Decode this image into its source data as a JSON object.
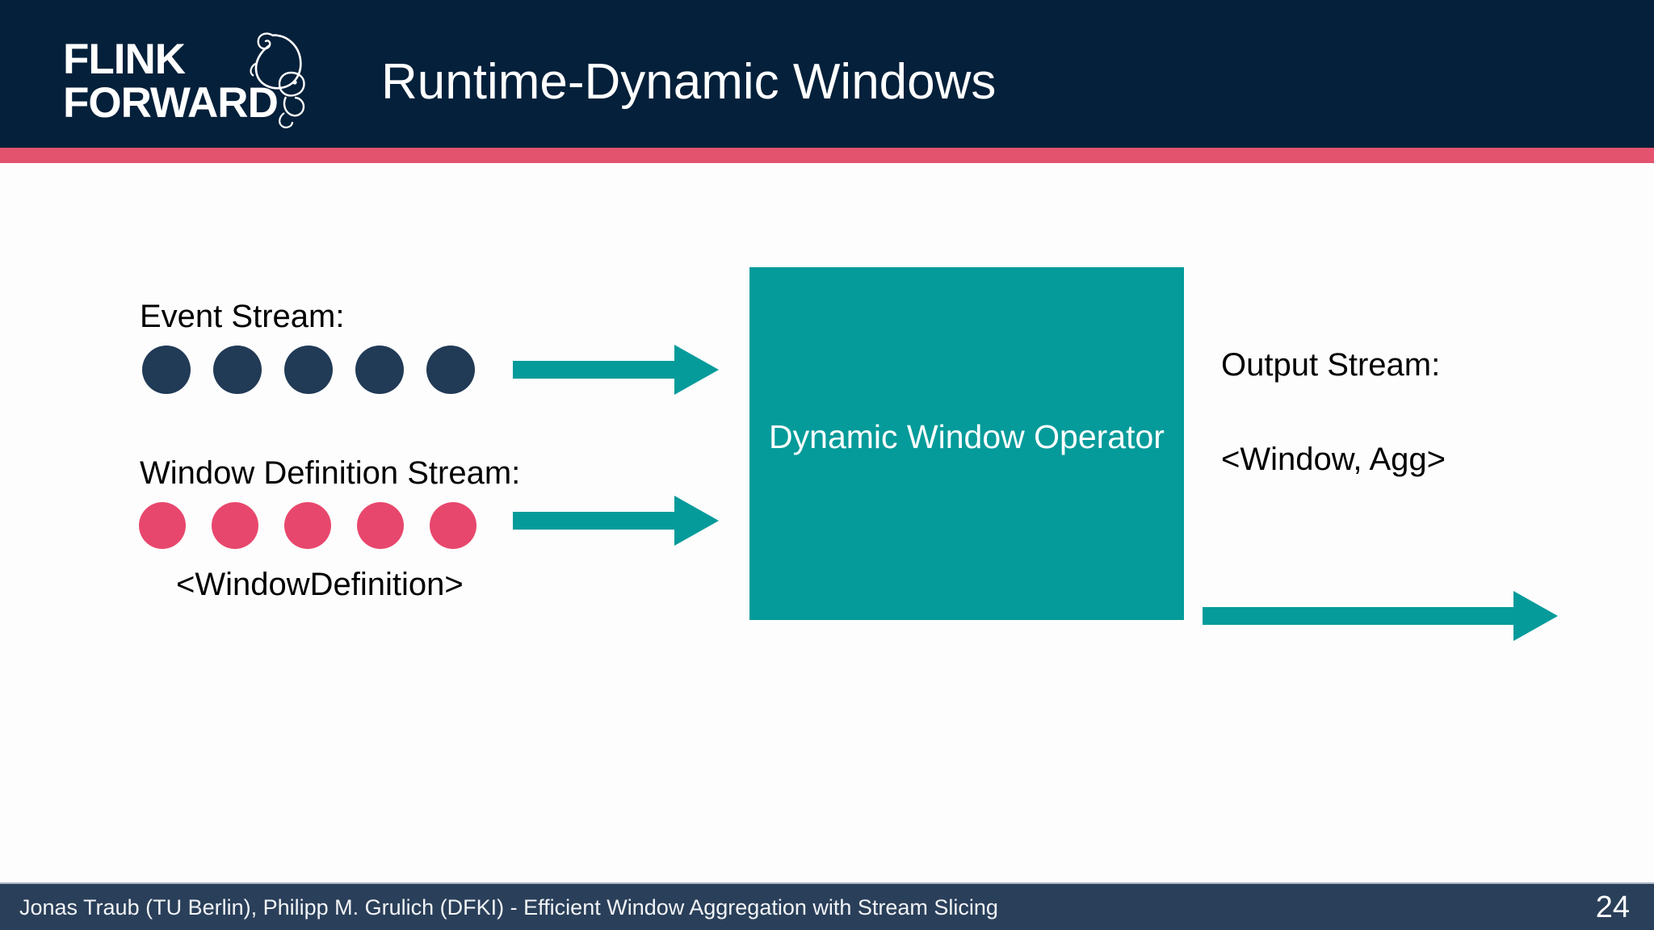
{
  "header": {
    "title": "Runtime-Dynamic Windows",
    "logo": {
      "line1": "FLINK",
      "line2": "FORWARD",
      "mascot_icon": "squirrel-icon"
    },
    "background_color": "#04203a",
    "accent_color": "#e4536e"
  },
  "diagram": {
    "event_stream": {
      "label": "Event Stream:",
      "dot_count": 5,
      "dot_color": "#213a56"
    },
    "window_definition_stream": {
      "label": "Window Definition Stream:",
      "sub_label": "<WindowDefinition>",
      "dot_count": 5,
      "dot_color": "#e8476d"
    },
    "operator": {
      "label": "Dynamic Window Operator",
      "fill_color": "#059b9a",
      "text_color": "#ffffff"
    },
    "output_stream": {
      "label": "Output Stream:",
      "sub_label": "<Window, Agg>"
    },
    "arrow_color": "#059b9a",
    "arrows": [
      {
        "name": "event-stream-arrow"
      },
      {
        "name": "window-definition-stream-arrow"
      },
      {
        "name": "output-stream-arrow"
      }
    ]
  },
  "footer": {
    "text": "Jonas Traub (TU Berlin), Philipp M. Grulich (DFKI) - Efficient Window Aggregation with Stream Slicing",
    "page_number": "24",
    "background_color": "#2a3f59"
  }
}
